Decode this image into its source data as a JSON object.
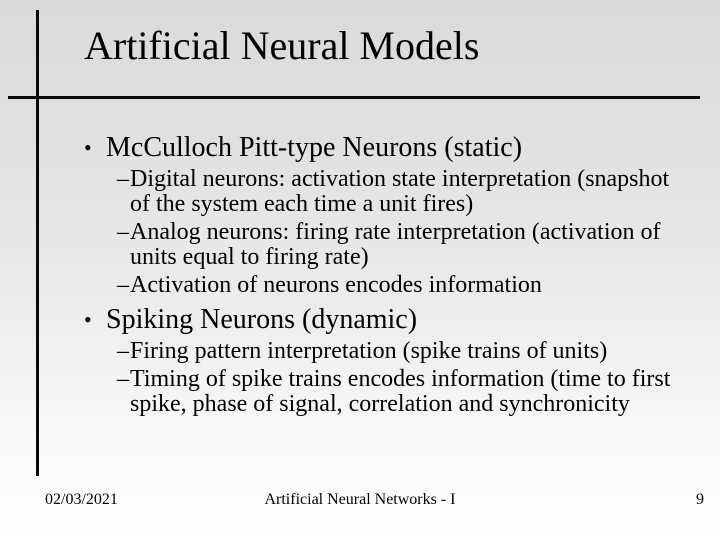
{
  "slide": {
    "title": "Artificial Neural Models",
    "markers": {
      "level1": "•",
      "level2": "–"
    },
    "colors": {
      "background_top": "#dadada",
      "background_bottom": "#ffffff",
      "text": "#000000",
      "rule_lines": "#0a0a0a"
    },
    "bullets": [
      {
        "label": "McCulloch Pitt-type Neurons (static)",
        "subs": [
          {
            "lines": [
              "Digital neurons: activation state interpretation (snapshot",
              "of the system each time a unit fires)"
            ]
          },
          {
            "lines": [
              "Analog neurons: firing rate interpretation (activation of",
              "units equal to firing rate)"
            ]
          },
          {
            "lines": [
              "Activation of neurons encodes information"
            ]
          }
        ]
      },
      {
        "label": "Spiking Neurons (dynamic)",
        "subs": [
          {
            "lines": [
              "Firing pattern interpretation (spike trains of units)"
            ]
          },
          {
            "lines": [
              "Timing of spike trains encodes information (time to first",
              "spike, phase of signal, correlation and synchronicity"
            ]
          }
        ]
      }
    ],
    "footer": {
      "date": "02/03/2021",
      "center": "Artificial Neural Networks - I",
      "page": "9"
    }
  }
}
